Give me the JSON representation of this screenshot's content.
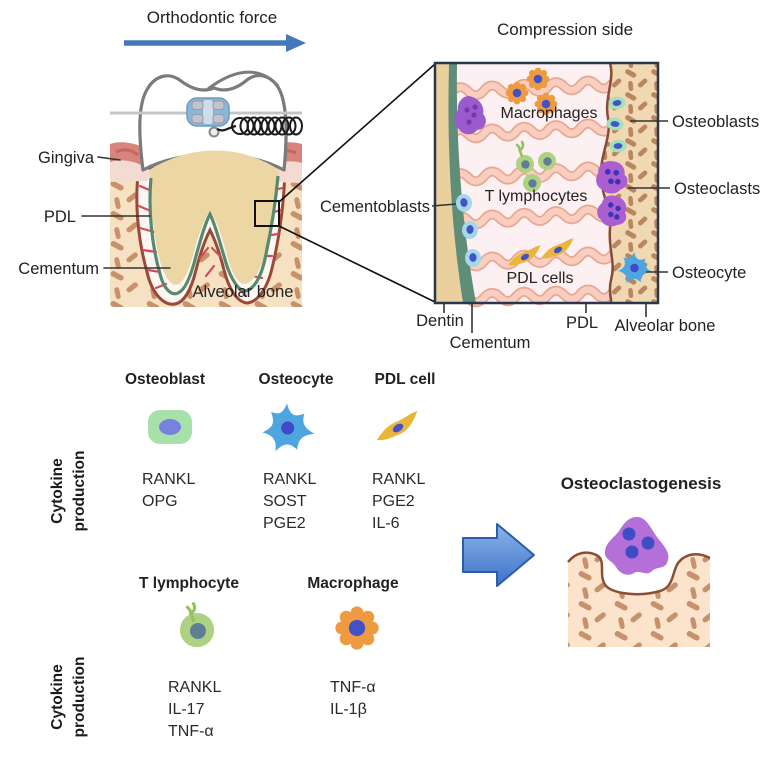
{
  "palette": {
    "force_arrow_blue": "#4478ba",
    "result_arrow_blue": "#3c72c8",
    "bone_tan": "#f6e1c2",
    "bone_speckle": "#c7916c",
    "gingiva_pink": "#d8837b",
    "dentin_tan": "#e9d09c",
    "cementum_green": "#5f8d78",
    "pdl_background_pink": "#fdf0f2",
    "pdl_fiber_salmon": "#f3c5b3",
    "bone_boundary_brown": "#8a4a38",
    "macrophage_orange": "#ee9a40",
    "t_lymphocyte_green": "#aed184",
    "pdl_cell_yellow": "#e9b63c",
    "cementoblast_blue": "#a6d7e9",
    "osteoblast_green": "#a6debc",
    "osteoclast_purple": "#ab5ecf",
    "osteocyte_blue": "#4ea6e0",
    "nucleus_blue": "#4351c8"
  },
  "top_left": {
    "force_label": "Orthodontic force",
    "gingiva_label": "Gingiva",
    "pdl_label": "PDL",
    "cementum_label": "Cementum",
    "alveolar_bone_label": "Alveolar bone"
  },
  "compression": {
    "title": "Compression side",
    "macrophages_label": "Macrophages",
    "t_lymphocytes_label": "T lymphocytes",
    "pdl_cells_label": "PDL cells",
    "osteoblasts_label": "Osteoblasts",
    "osteoclasts_label": "Osteoclasts",
    "osteocyte_label": "Osteocyte",
    "cementoblasts_label": "Cementoblasts",
    "dentin_label": "Dentin",
    "cementum_label": "Cementum",
    "pdl_label": "PDL",
    "alveolar_bone_label": "Alveolar bone"
  },
  "cytokine_table": {
    "row1": {
      "axis_label_lines": [
        "Cytokine",
        "production"
      ],
      "columns": [
        {
          "name": "Osteoblast",
          "icon": "osteoblast-cell-icon",
          "cytokines": [
            "RANKL",
            "OPG"
          ]
        },
        {
          "name": "Osteocyte",
          "icon": "osteocyte-cell-icon",
          "cytokines": [
            "RANKL",
            "SOST",
            "PGE2"
          ]
        },
        {
          "name": "PDL cell",
          "icon": "pdl-cell-icon",
          "cytokines": [
            "RANKL",
            "PGE2",
            "IL-6"
          ]
        }
      ]
    },
    "row2": {
      "axis_label_lines": [
        "Cytokine",
        "production"
      ],
      "columns": [
        {
          "name": "T lymphocyte",
          "icon": "t-lymphocyte-cell-icon",
          "cytokines": [
            "RANKL",
            "IL-17",
            "TNF-α"
          ]
        },
        {
          "name": "Macrophage",
          "icon": "macrophage-cell-icon",
          "cytokines": [
            "TNF-α",
            "IL-1β"
          ]
        }
      ]
    }
  },
  "result": {
    "title": "Osteoclastogenesis"
  }
}
